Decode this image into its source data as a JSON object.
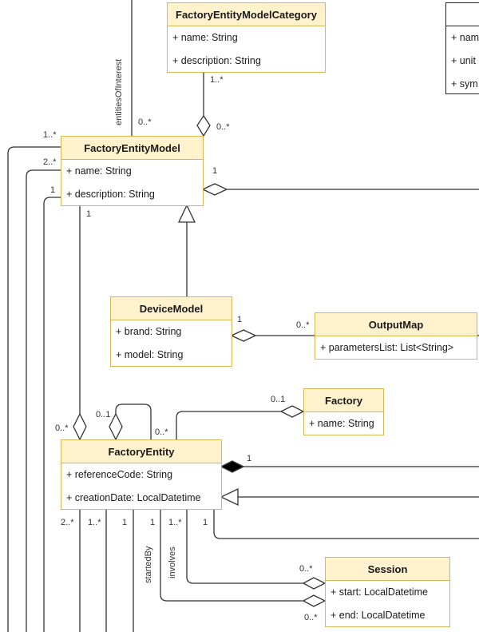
{
  "classes": {
    "factory_entity_model_category": {
      "name": "FactoryEntityModelCategory",
      "attributes": [
        "+ name: String",
        "+ description: String"
      ]
    },
    "unit_partial": {
      "name": "",
      "attributes": [
        "+ nam",
        "+ unit",
        "+ sym"
      ]
    },
    "factory_entity_model": {
      "name": "FactoryEntityModel",
      "attributes": [
        "+ name: String",
        "+ description: String"
      ]
    },
    "device_model": {
      "name": "DeviceModel",
      "attributes": [
        "+ brand: String",
        "+ model: String"
      ]
    },
    "output_map": {
      "name": "OutputMap",
      "attributes": [
        "+ parametersList: List<String>"
      ]
    },
    "factory": {
      "name": "Factory",
      "attributes": [
        "+ name: String"
      ]
    },
    "factory_entity": {
      "name": "FactoryEntity",
      "attributes": [
        "+ referenceCode: String",
        "+ creationDate: LocalDatetime"
      ]
    },
    "session": {
      "name": "Session",
      "attributes": [
        "+ start: LocalDatetime",
        "+ end: LocalDatetime"
      ]
    }
  },
  "labels": {
    "entities_of_interest": "entitiesOfInterest",
    "started_by": "startedBy",
    "involves": "involves"
  },
  "multiplicities": {
    "fem_top_left": "0..*",
    "category_bottom": "1..*",
    "fem_top_right": "0..*",
    "fem_left_1": "1..*",
    "fem_left_2": "2..*",
    "fem_left_3": "1",
    "fem_right": "1",
    "fem_bottom": "1",
    "device_right": "1",
    "outputmap_left": "0..*",
    "factory_left": "0..1",
    "fe_top_left": "0..*",
    "fe_self": "0..1",
    "fe_top_right": "0..*",
    "fe_right": "1",
    "fe_b1": "2..*",
    "fe_b2": "1..*",
    "fe_b3": "1",
    "fe_b4": "1",
    "fe_b5": "1..*",
    "fe_b6": "1",
    "session_top": "0..*",
    "session_bottom": "0..*"
  },
  "colors": {
    "header_fill": "#fff2cc",
    "border": "#d6b656",
    "line": "#333333"
  }
}
